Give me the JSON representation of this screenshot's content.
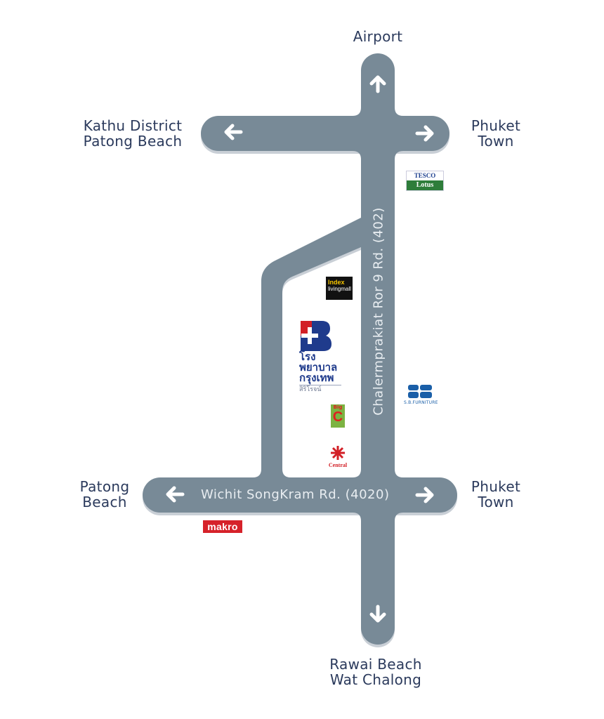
{
  "destinations": {
    "top": "Airport",
    "top_left_line1": "Kathu District",
    "top_left_line2": "Patong Beach",
    "top_right_line1": "Phuket",
    "top_right_line2": "Town",
    "mid_left_line1": "Patong",
    "mid_left_line2": "Beach",
    "mid_right_line1": "Phuket",
    "mid_right_line2": "Town",
    "bottom_line1": "Rawai Beach",
    "bottom_line2": "Wat Chalong"
  },
  "roads": {
    "horizontal": "Wichit SongKram Rd. (4020)",
    "vertical": "Chalermprakiat Ror 9 Rd. (402)"
  },
  "landmarks": {
    "tesco": {
      "top": "TESCO",
      "bottom": "Lotus"
    },
    "index": {
      "line1": "Index",
      "line2": "livingmall"
    },
    "bangkok_hospital": {
      "line1": "โรงพยาบาล",
      "line2": "กรุงเทพ",
      "line3": "สิริโรจน์"
    },
    "bigc": {
      "top": "Big",
      "letter": "C"
    },
    "central": {
      "label": "Central"
    },
    "sb_furniture": {
      "label": "S.B.FURNITURE"
    },
    "makro": {
      "label": "makro"
    }
  },
  "colors": {
    "road": "#788a97",
    "road_shadow": "#c9cfd6",
    "label": "#2b3a5c",
    "road_text": "#e8edf1"
  }
}
